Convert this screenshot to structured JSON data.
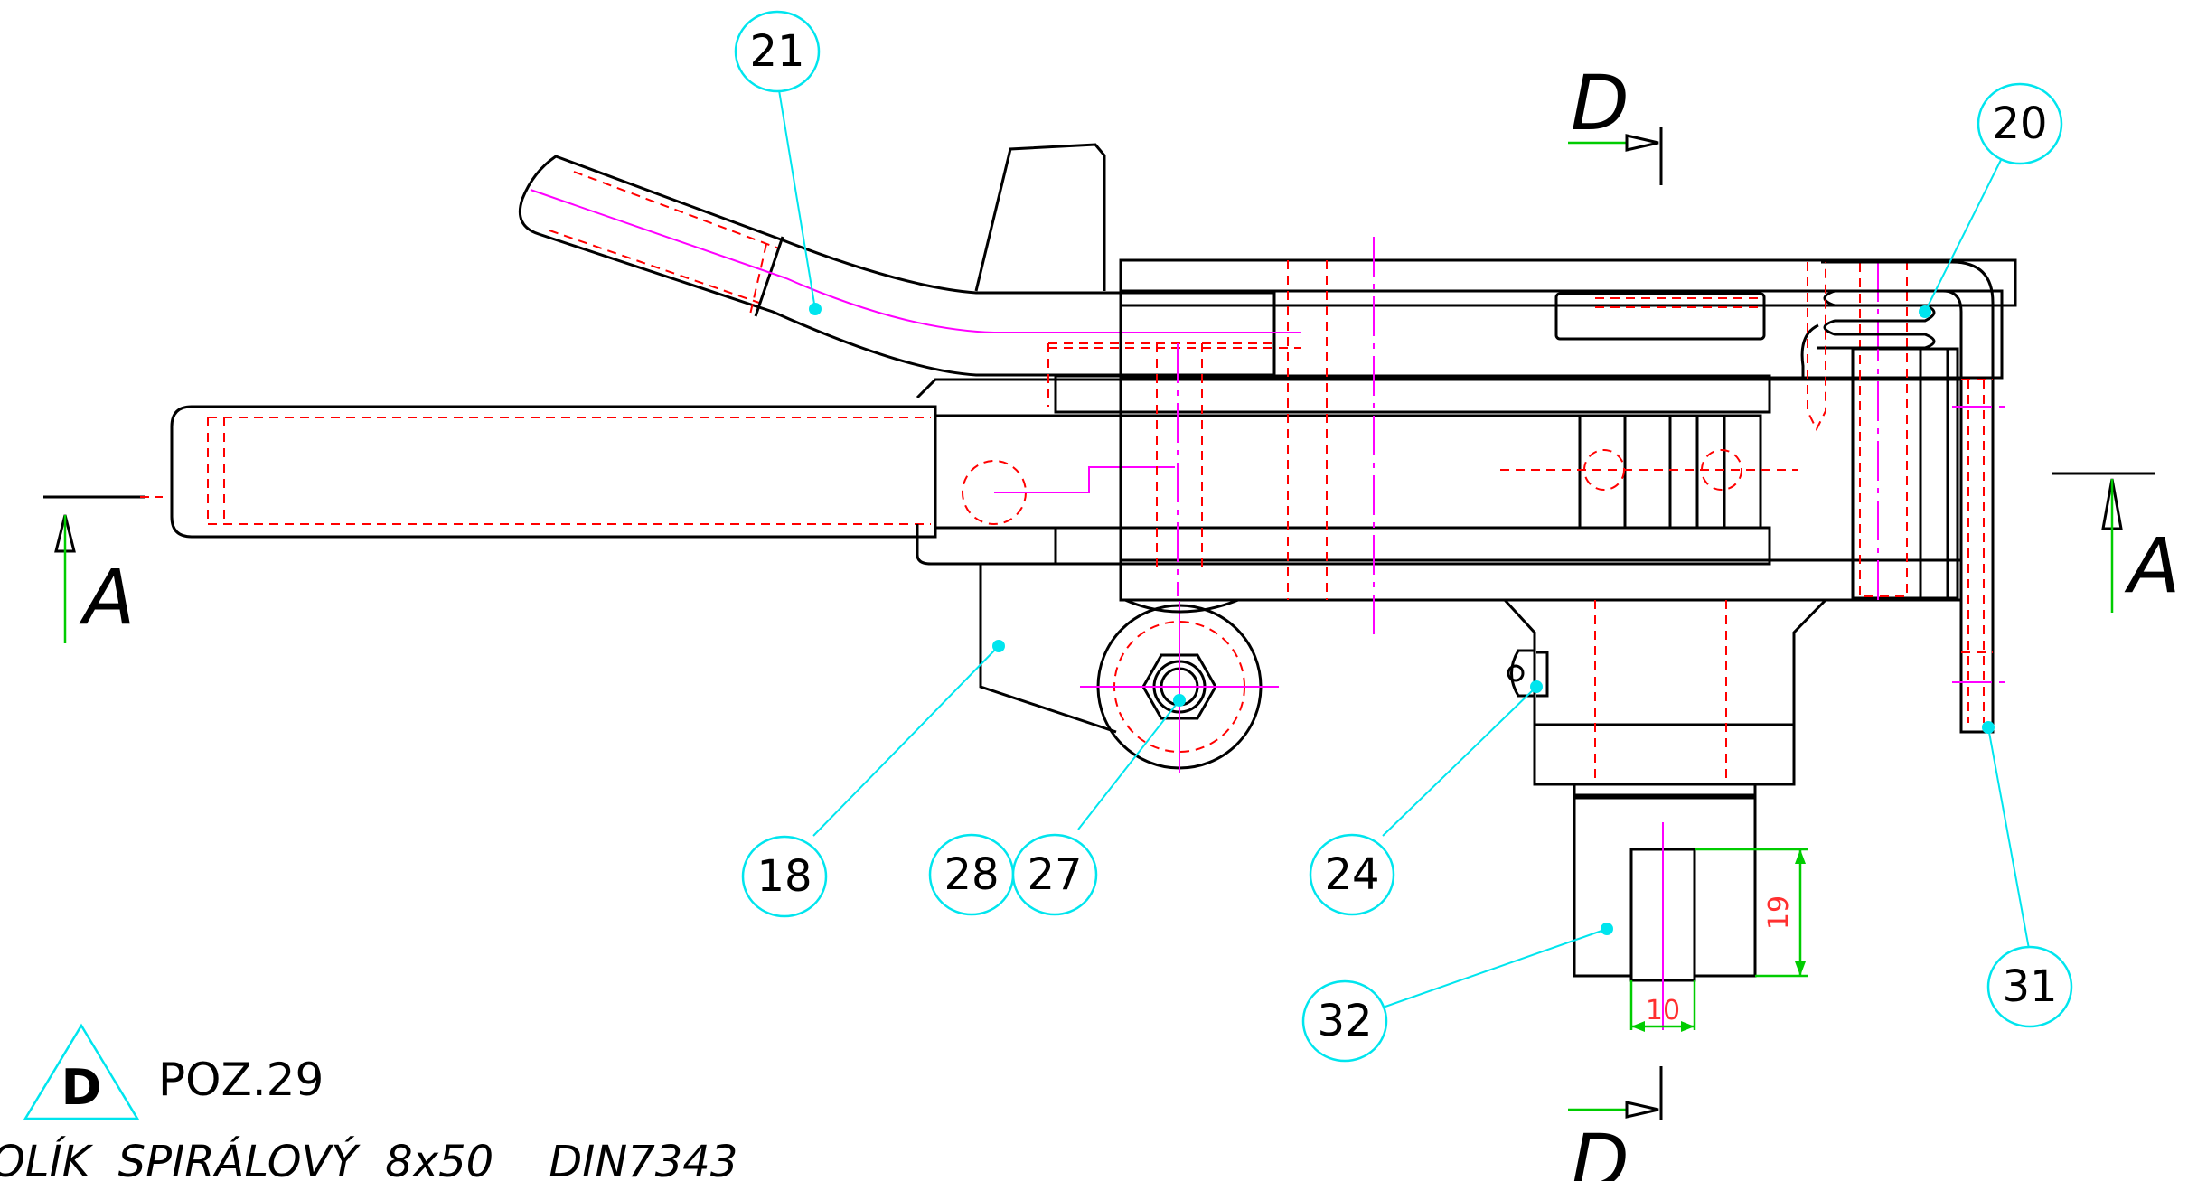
{
  "balloons": [
    {
      "id": "21",
      "label": "21"
    },
    {
      "id": "20",
      "label": "20"
    },
    {
      "id": "18",
      "label": "18"
    },
    {
      "id": "28",
      "label": "28"
    },
    {
      "id": "27",
      "label": "27"
    },
    {
      "id": "24",
      "label": "24"
    },
    {
      "id": "32",
      "label": "32"
    },
    {
      "id": "31",
      "label": "31"
    }
  ],
  "sections": {
    "a_left": "A",
    "a_right": "A",
    "d_top": "D",
    "d_bottom": "D"
  },
  "dimensions": {
    "height": "19",
    "width": "10"
  },
  "note": {
    "triangle_letter": "D",
    "position": "POZ.29",
    "description": "OLÍK  SPIRÁLOVÝ  8x50    DIN7343"
  },
  "colors": {
    "outline": "#000000",
    "hidden_lines": "#ff0000",
    "center_lines": "#ff00ff",
    "leaders": "#00e5ee",
    "section_arrows": "#00cc00",
    "dimension_text": "#ff3030"
  }
}
